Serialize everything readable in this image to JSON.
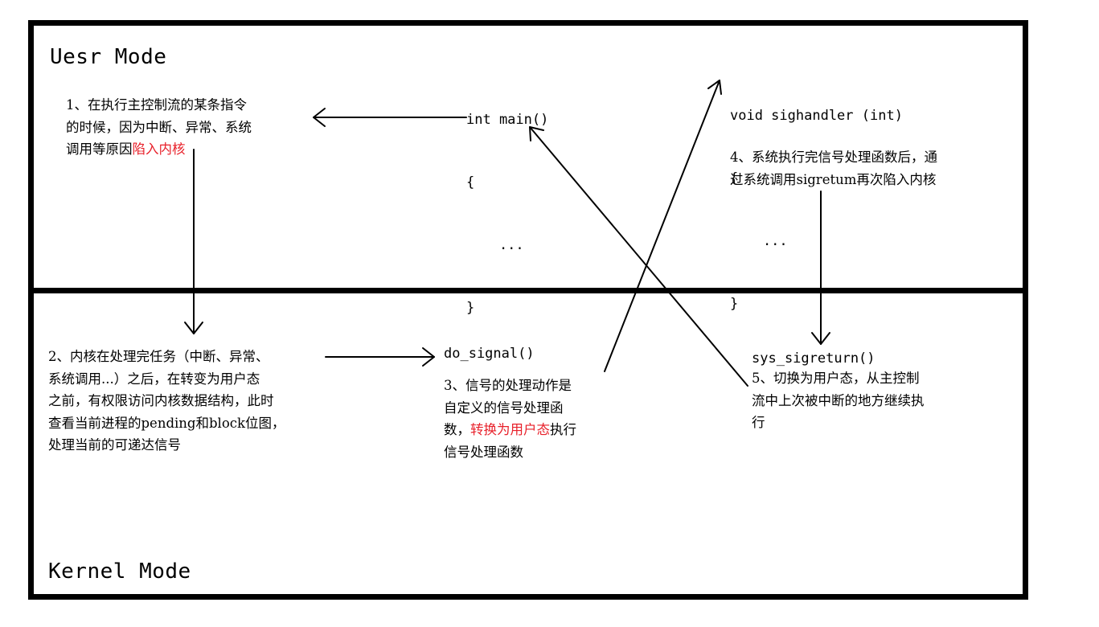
{
  "user_mode_label": "Uesr Mode",
  "kernel_mode_label": "Kernel Mode",
  "main_code": [
    "int main()",
    "{",
    "    ...",
    "}"
  ],
  "handler_code": [
    "void sighandler (int)",
    "{",
    "    ...",
    "}"
  ],
  "do_signal_label": "do_signal()",
  "sys_sigreturn_label": "sys_sigreturn()",
  "step1": {
    "line1": "1、在执行主控制流的某条指令",
    "line2": "的时候，因为中断、异常、系统",
    "line3_prefix": "调用等原因",
    "line3_red": "陷入内核"
  },
  "step2": {
    "line1": "2、内核在处理完任务（中断、异常、",
    "line2": "系统调用...）之后，在转变为用户态",
    "line3": "之前，有权限访问内核数据结构，此时",
    "line4": "查看当前进程的pending和block位图，",
    "line5": "处理当前的可递达信号"
  },
  "step3": {
    "line1": "3、信号的处理动作是",
    "line2": "自定义的信号处理函",
    "line3_prefix": "数，",
    "line3_red": "转换为用户态",
    "line3_suffix": "执行",
    "line4": "信号处理函数"
  },
  "step4": {
    "line1": "4、系统执行完信号处理函数后，通",
    "line2": "过系统调用sigretum再次陷入内核"
  },
  "step5": {
    "line1": "5、切换为用户态，从主控制",
    "line2": "流中上次被中断的地方继续执",
    "line3": "行"
  },
  "colors": {
    "highlight": "#e8202a",
    "ink": "#000000"
  }
}
